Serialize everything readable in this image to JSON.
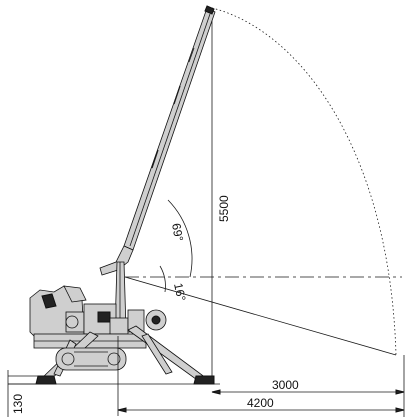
{
  "dimensions": {
    "height_max": "5500",
    "reach_horizontal": "3000",
    "reach_total": "4200",
    "ground_clearance": "130"
  },
  "angles": {
    "up": "69°",
    "down": "16°"
  }
}
